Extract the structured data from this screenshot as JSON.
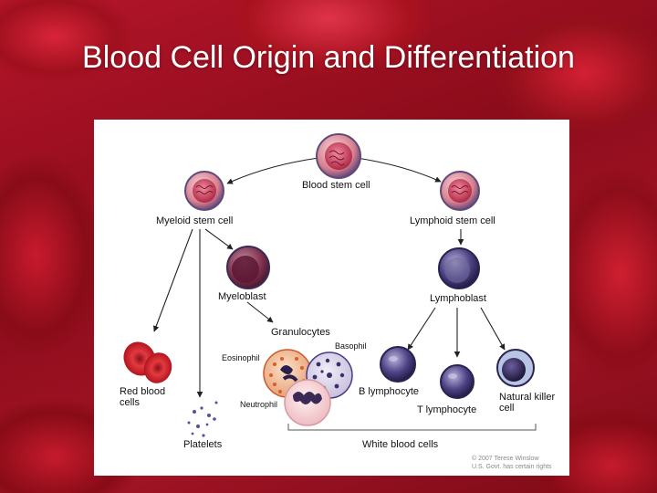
{
  "slide": {
    "title": "Blood Cell Origin and Differentiation"
  },
  "diagram": {
    "labels": {
      "blood_stem_cell": "Blood stem cell",
      "myeloid_stem_cell": "Myeloid stem cell",
      "lymphoid_stem_cell": "Lymphoid stem cell",
      "myeloblast": "Myeloblast",
      "lymphoblast": "Lymphoblast",
      "granulocytes": "Granulocytes",
      "basophil": "Basophil",
      "eosinophil": "Eosinophil",
      "neutrophil": "Neutrophil",
      "red_blood_cells": "Red blood cells",
      "platelets": "Platelets",
      "b_lymphocyte": "B lymphocyte",
      "t_lymphocyte": "T lymphocyte",
      "natural_killer_cell": "Natural killer cell",
      "white_blood_cells": "White blood cells"
    },
    "copyright": {
      "line1": "© 2007 Terese Winslow",
      "line2": "U.S. Govt. has certain rights"
    },
    "colors": {
      "stem_cell": "#e7a3ad",
      "stem_nucleus": "#c0304a",
      "lymph_cell": "#3a2f6a",
      "myeloblast": "#7e2a45",
      "rbc": "#c8202e",
      "arrow": "#222222"
    }
  }
}
